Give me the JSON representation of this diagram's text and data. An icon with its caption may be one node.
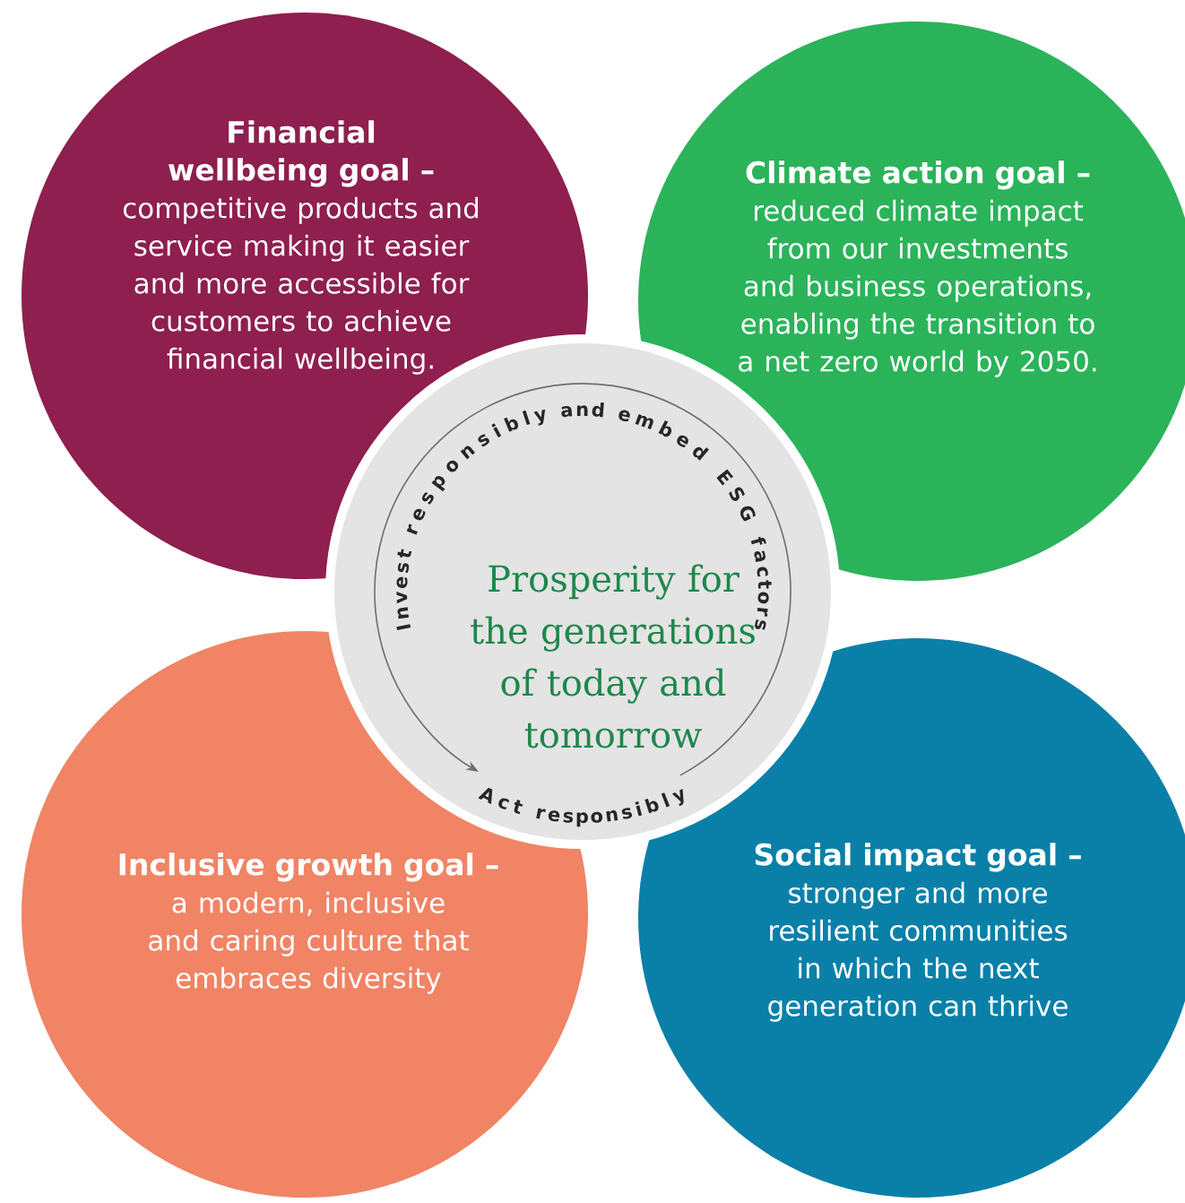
{
  "diagram": {
    "nodes": [
      {
        "text": [
          "Financial wellbeing goal –",
          "competitive products and service making it easier and more accessible for customers to achieve financial wellbeing."
        ]
      },
      {
        "text": [
          "Climate action goal –",
          "reduced climate impact from our investments and business operations, enabling the transition to a net zero world by 2050."
        ]
      },
      {
        "text": [
          "Prosperity for the generations of today and tomorrow"
        ]
      },
      {
        "text": [
          "Inclusive growth goal –",
          "a modern, inclusive and caring culture that embraces diversity"
        ]
      },
      {
        "text": [
          "Social impact goal –",
          "stronger and more resilient communities in which the next generation can thrive"
        ]
      }
    ],
    "edges": [],
    "labels": [
      "Invest responsibly and embed ESG factors",
      "Act responsibly"
    ]
  }
}
